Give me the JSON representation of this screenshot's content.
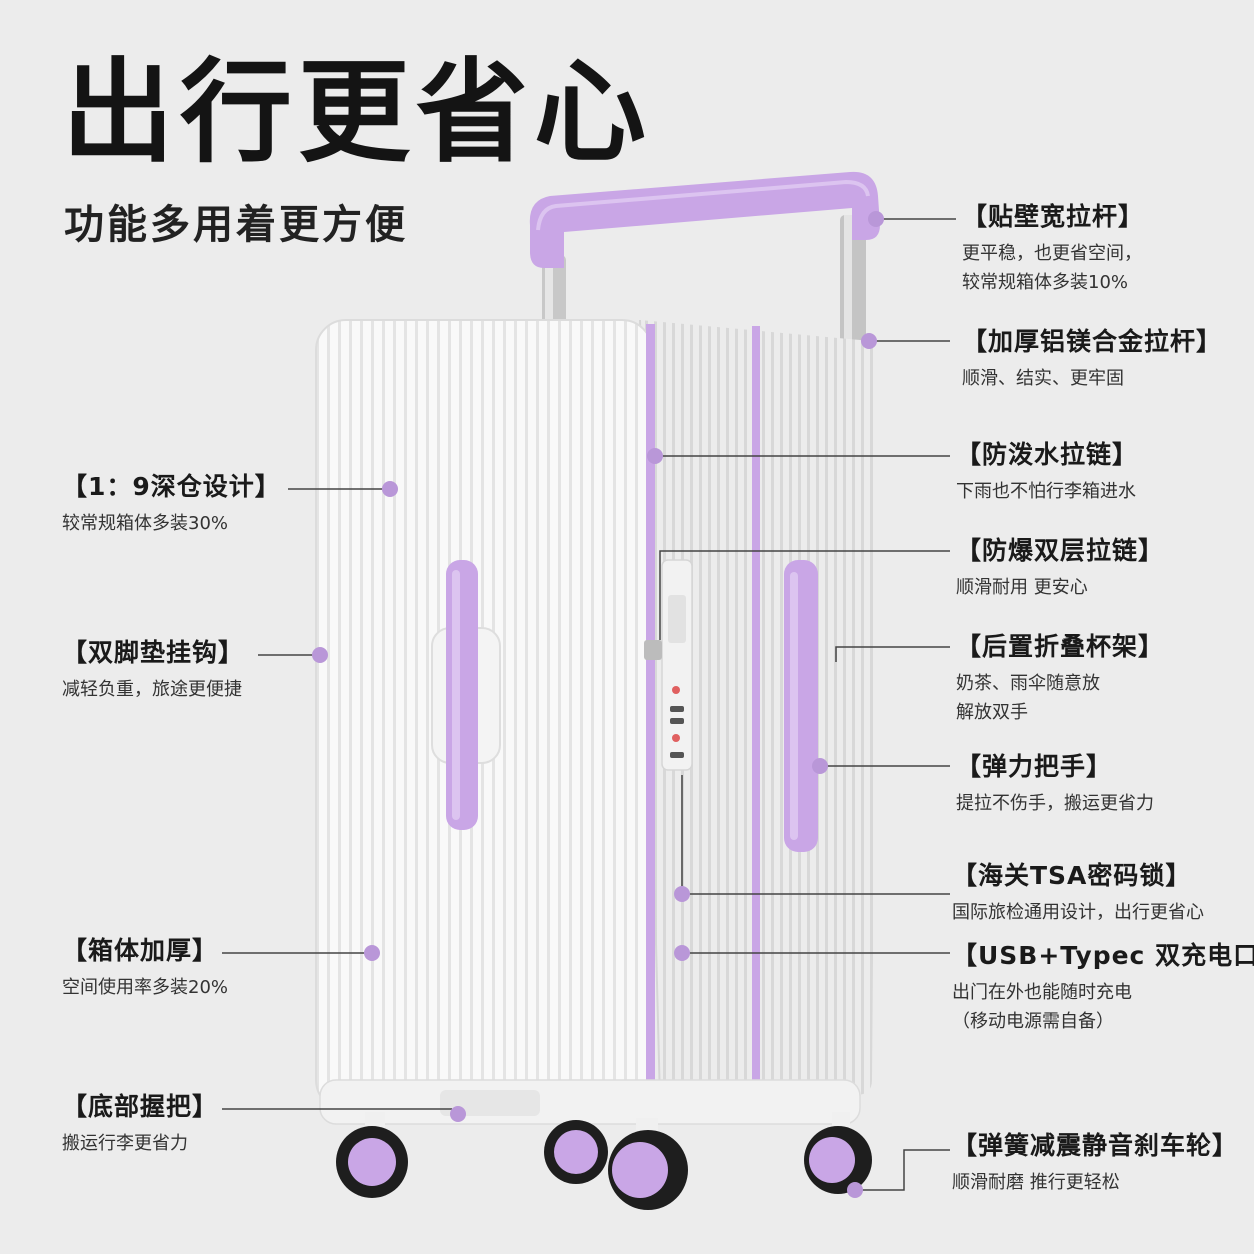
{
  "headline": "出行更省心",
  "subhead": "功能多用着更方便",
  "accent_color": "#c9a6e6",
  "callouts_left": [
    {
      "id": "deep-compartment",
      "title": "【1：9深仓设计】",
      "desc": [
        "较常规箱体多装30%"
      ]
    },
    {
      "id": "dual-hook",
      "title": "【双脚垫挂钩】",
      "desc": [
        "减轻负重，旅途更便捷"
      ]
    },
    {
      "id": "thick-body",
      "title": "【箱体加厚】",
      "desc": [
        "空间使用率多装20%"
      ]
    },
    {
      "id": "bottom-grip",
      "title": "【底部握把】",
      "desc": [
        "搬运行李更省力"
      ]
    }
  ],
  "callouts_right": [
    {
      "id": "wide-handle",
      "title": "【贴壁宽拉杆】",
      "desc": [
        "更平稳，也更省空间，",
        "较常规箱体多装10%"
      ]
    },
    {
      "id": "alloy-rod",
      "title": "【加厚铝镁合金拉杆】",
      "desc": [
        "顺滑、结实、更牢固"
      ]
    },
    {
      "id": "waterproof-zipper",
      "title": "【防泼水拉链】",
      "desc": [
        "下雨也不怕行李箱进水"
      ]
    },
    {
      "id": "double-zipper",
      "title": "【防爆双层拉链】",
      "desc": [
        "顺滑耐用 更安心"
      ]
    },
    {
      "id": "cup-holder",
      "title": "【后置折叠杯架】",
      "desc": [
        "奶茶、雨伞随意放",
        "解放双手"
      ]
    },
    {
      "id": "elastic-handle",
      "title": "【弹力把手】",
      "desc": [
        "提拉不伤手，搬运更省力"
      ]
    },
    {
      "id": "tsa-lock",
      "title": "【海关TSA密码锁】",
      "desc": [
        "国际旅检通用设计，出行更省心"
      ]
    },
    {
      "id": "usb-port",
      "title": "【USB+Typec 双充电口】",
      "desc": [
        "出门在外也能随时充电",
        "（移动电源需自备）"
      ]
    },
    {
      "id": "spinner-wheels",
      "title": "【弹簧减震静音刹车轮】",
      "desc": [
        "顺滑耐磨 推行更轻松"
      ]
    }
  ]
}
